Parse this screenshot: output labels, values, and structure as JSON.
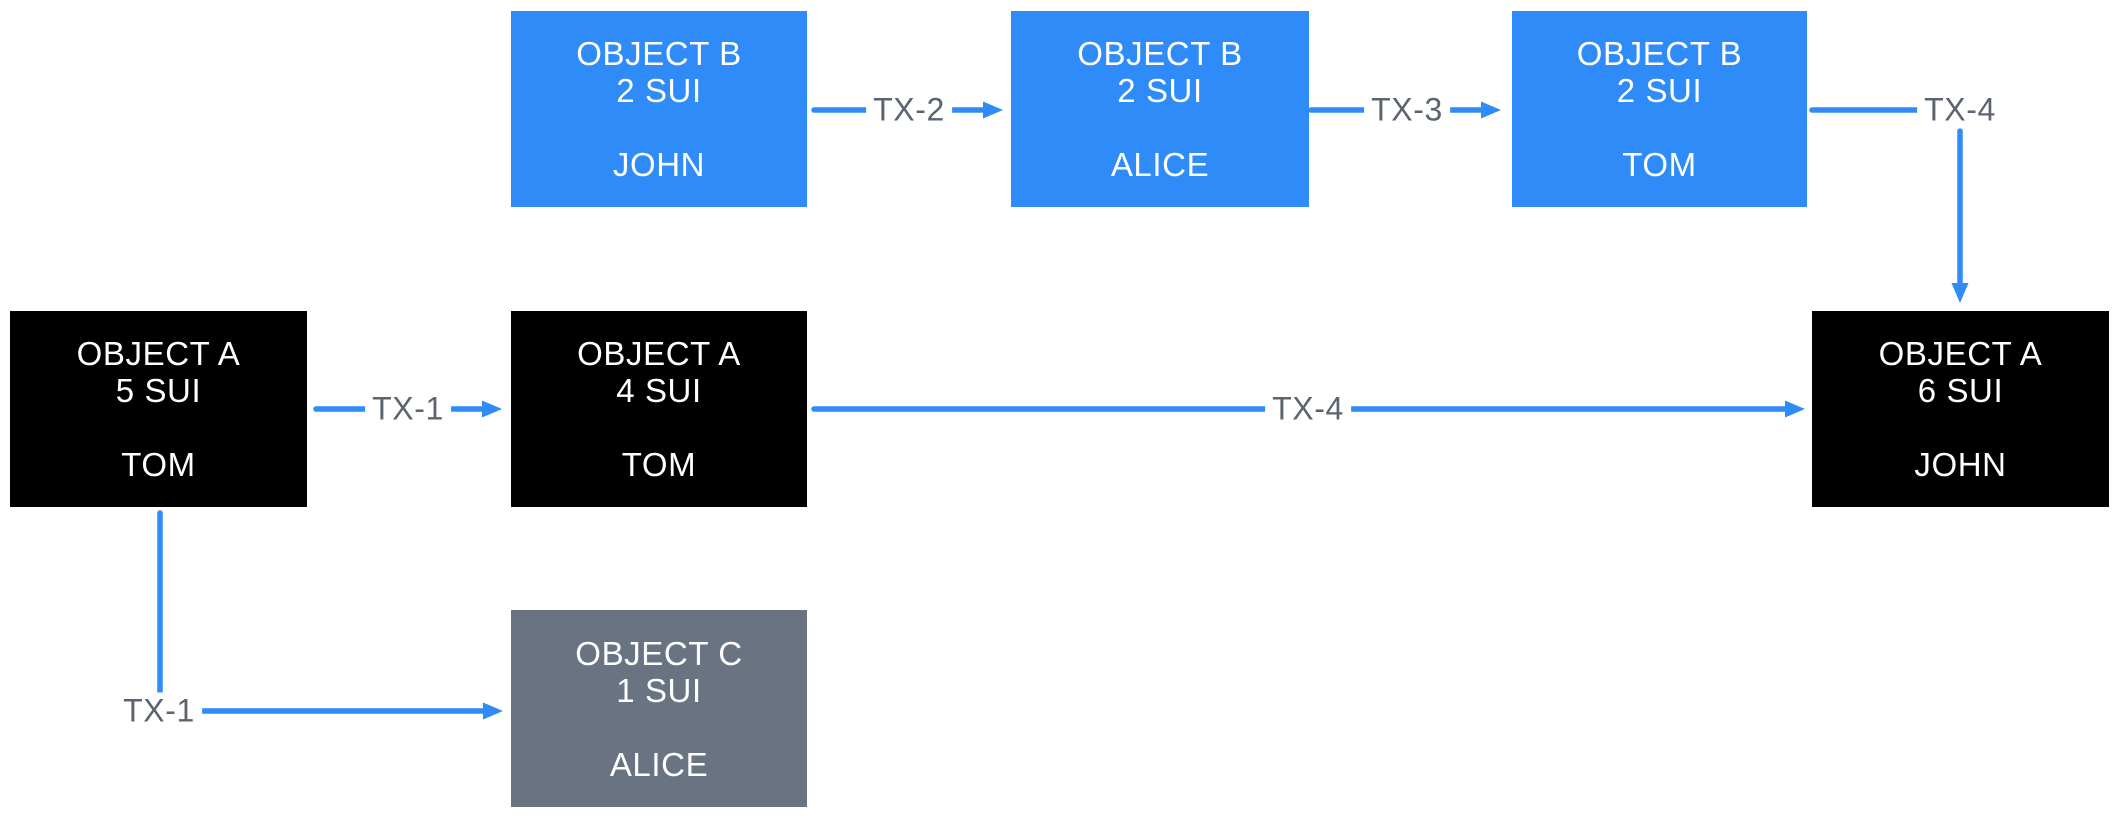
{
  "diagram": {
    "colors": {
      "blue": "#2E8BF7",
      "black": "#000000",
      "gray": "#6A7382",
      "label_text": "#5C6470",
      "node_text": "#ffffff",
      "background": "#ffffff"
    },
    "nodes": [
      {
        "title": "OBJECT B",
        "amount": "2 SUI",
        "owner": "JOHN",
        "variant": "blue"
      },
      {
        "title": "OBJECT B",
        "amount": "2 SUI",
        "owner": "ALICE",
        "variant": "blue"
      },
      {
        "title": "OBJECT B",
        "amount": "2 SUI",
        "owner": "TOM",
        "variant": "blue"
      },
      {
        "title": "OBJECT A",
        "amount": "5 SUI",
        "owner": "TOM",
        "variant": "black"
      },
      {
        "title": "OBJECT A",
        "amount": "4 SUI",
        "owner": "TOM",
        "variant": "black"
      },
      {
        "title": "OBJECT A",
        "amount": "6 SUI",
        "owner": "JOHN",
        "variant": "black"
      },
      {
        "title": "OBJECT C",
        "amount": "1 SUI",
        "owner": "ALICE",
        "variant": "gray"
      }
    ],
    "edges": [
      {
        "label": "TX-1",
        "from": "OBJECT A 5 SUI TOM",
        "to": "OBJECT A 4 SUI TOM"
      },
      {
        "label": "TX-2",
        "from": "OBJECT B 2 SUI JOHN",
        "to": "OBJECT B 2 SUI ALICE"
      },
      {
        "label": "TX-3",
        "from": "OBJECT B 2 SUI ALICE",
        "to": "OBJECT B 2 SUI TOM"
      },
      {
        "label": "TX-4",
        "from": "OBJECT B 2 SUI TOM",
        "to": "OBJECT A 6 SUI JOHN"
      },
      {
        "label": "TX-4",
        "from": "OBJECT A 4 SUI TOM",
        "to": "OBJECT A 6 SUI JOHN"
      },
      {
        "label": "TX-1",
        "from": "OBJECT A 5 SUI TOM",
        "to": "OBJECT C 1 SUI ALICE"
      }
    ]
  }
}
